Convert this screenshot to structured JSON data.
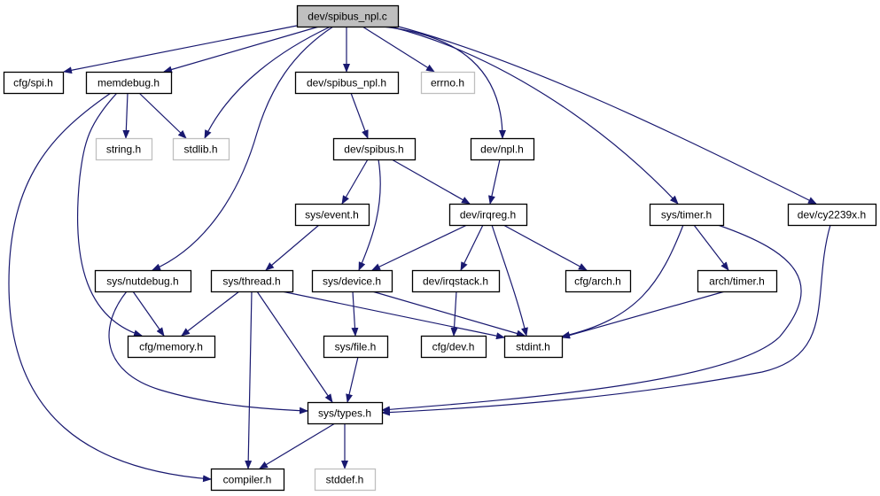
{
  "graph": {
    "title": "dev/spibus_npl.c",
    "colors": {
      "edge": "#191970",
      "root_fill": "#bfbfbf",
      "node_border": "#000000",
      "external_border": "#bfbfbf"
    },
    "nodes": [
      {
        "id": "root",
        "label": "dev/spibus_npl.c",
        "kind": "root"
      },
      {
        "id": "cfg_spi",
        "label": "cfg/spi.h",
        "kind": "normal"
      },
      {
        "id": "memdebug",
        "label": "memdebug.h",
        "kind": "normal"
      },
      {
        "id": "spibus_npl_h",
        "label": "dev/spibus_npl.h",
        "kind": "normal"
      },
      {
        "id": "errno",
        "label": "errno.h",
        "kind": "external"
      },
      {
        "id": "string",
        "label": "string.h",
        "kind": "external"
      },
      {
        "id": "stdlib",
        "label": "stdlib.h",
        "kind": "external"
      },
      {
        "id": "spibus",
        "label": "dev/spibus.h",
        "kind": "normal"
      },
      {
        "id": "npl",
        "label": "dev/npl.h",
        "kind": "normal"
      },
      {
        "id": "event",
        "label": "sys/event.h",
        "kind": "normal"
      },
      {
        "id": "irqreg",
        "label": "dev/irqreg.h",
        "kind": "normal"
      },
      {
        "id": "timer",
        "label": "sys/timer.h",
        "kind": "normal"
      },
      {
        "id": "cy2239x",
        "label": "dev/cy2239x.h",
        "kind": "normal"
      },
      {
        "id": "nutdebug",
        "label": "sys/nutdebug.h",
        "kind": "normal"
      },
      {
        "id": "thread",
        "label": "sys/thread.h",
        "kind": "normal"
      },
      {
        "id": "device",
        "label": "sys/device.h",
        "kind": "normal"
      },
      {
        "id": "irqstack",
        "label": "dev/irqstack.h",
        "kind": "normal"
      },
      {
        "id": "cfg_arch",
        "label": "cfg/arch.h",
        "kind": "normal"
      },
      {
        "id": "arch_timer",
        "label": "arch/timer.h",
        "kind": "normal"
      },
      {
        "id": "cfg_memory",
        "label": "cfg/memory.h",
        "kind": "normal"
      },
      {
        "id": "file",
        "label": "sys/file.h",
        "kind": "normal"
      },
      {
        "id": "cfg_dev",
        "label": "cfg/dev.h",
        "kind": "normal"
      },
      {
        "id": "stdint",
        "label": "stdint.h",
        "kind": "normal"
      },
      {
        "id": "types",
        "label": "sys/types.h",
        "kind": "normal"
      },
      {
        "id": "compiler",
        "label": "compiler.h",
        "kind": "normal"
      },
      {
        "id": "stddef",
        "label": "stddef.h",
        "kind": "external"
      }
    ],
    "edges": [
      [
        "root",
        "cfg_spi"
      ],
      [
        "root",
        "memdebug"
      ],
      [
        "root",
        "stdlib"
      ],
      [
        "root",
        "nutdebug"
      ],
      [
        "root",
        "spibus_npl_h"
      ],
      [
        "root",
        "errno"
      ],
      [
        "root",
        "npl"
      ],
      [
        "root",
        "timer"
      ],
      [
        "root",
        "cy2239x"
      ],
      [
        "memdebug",
        "string"
      ],
      [
        "memdebug",
        "stdlib"
      ],
      [
        "memdebug",
        "cfg_memory"
      ],
      [
        "memdebug",
        "compiler"
      ],
      [
        "spibus_npl_h",
        "spibus"
      ],
      [
        "spibus",
        "event"
      ],
      [
        "spibus",
        "device"
      ],
      [
        "spibus",
        "irqreg"
      ],
      [
        "npl",
        "irqreg"
      ],
      [
        "event",
        "thread"
      ],
      [
        "irqreg",
        "device"
      ],
      [
        "irqreg",
        "irqstack"
      ],
      [
        "irqreg",
        "cfg_arch"
      ],
      [
        "irqreg",
        "stdint"
      ],
      [
        "timer",
        "arch_timer"
      ],
      [
        "timer",
        "stdint"
      ],
      [
        "timer",
        "types"
      ],
      [
        "cy2239x",
        "types"
      ],
      [
        "nutdebug",
        "cfg_memory"
      ],
      [
        "nutdebug",
        "types"
      ],
      [
        "thread",
        "cfg_memory"
      ],
      [
        "thread",
        "stdint"
      ],
      [
        "thread",
        "types"
      ],
      [
        "thread",
        "compiler"
      ],
      [
        "device",
        "file"
      ],
      [
        "device",
        "stdint"
      ],
      [
        "irqstack",
        "cfg_dev"
      ],
      [
        "arch_timer",
        "stdint"
      ],
      [
        "file",
        "types"
      ],
      [
        "types",
        "compiler"
      ],
      [
        "types",
        "stddef"
      ]
    ]
  }
}
